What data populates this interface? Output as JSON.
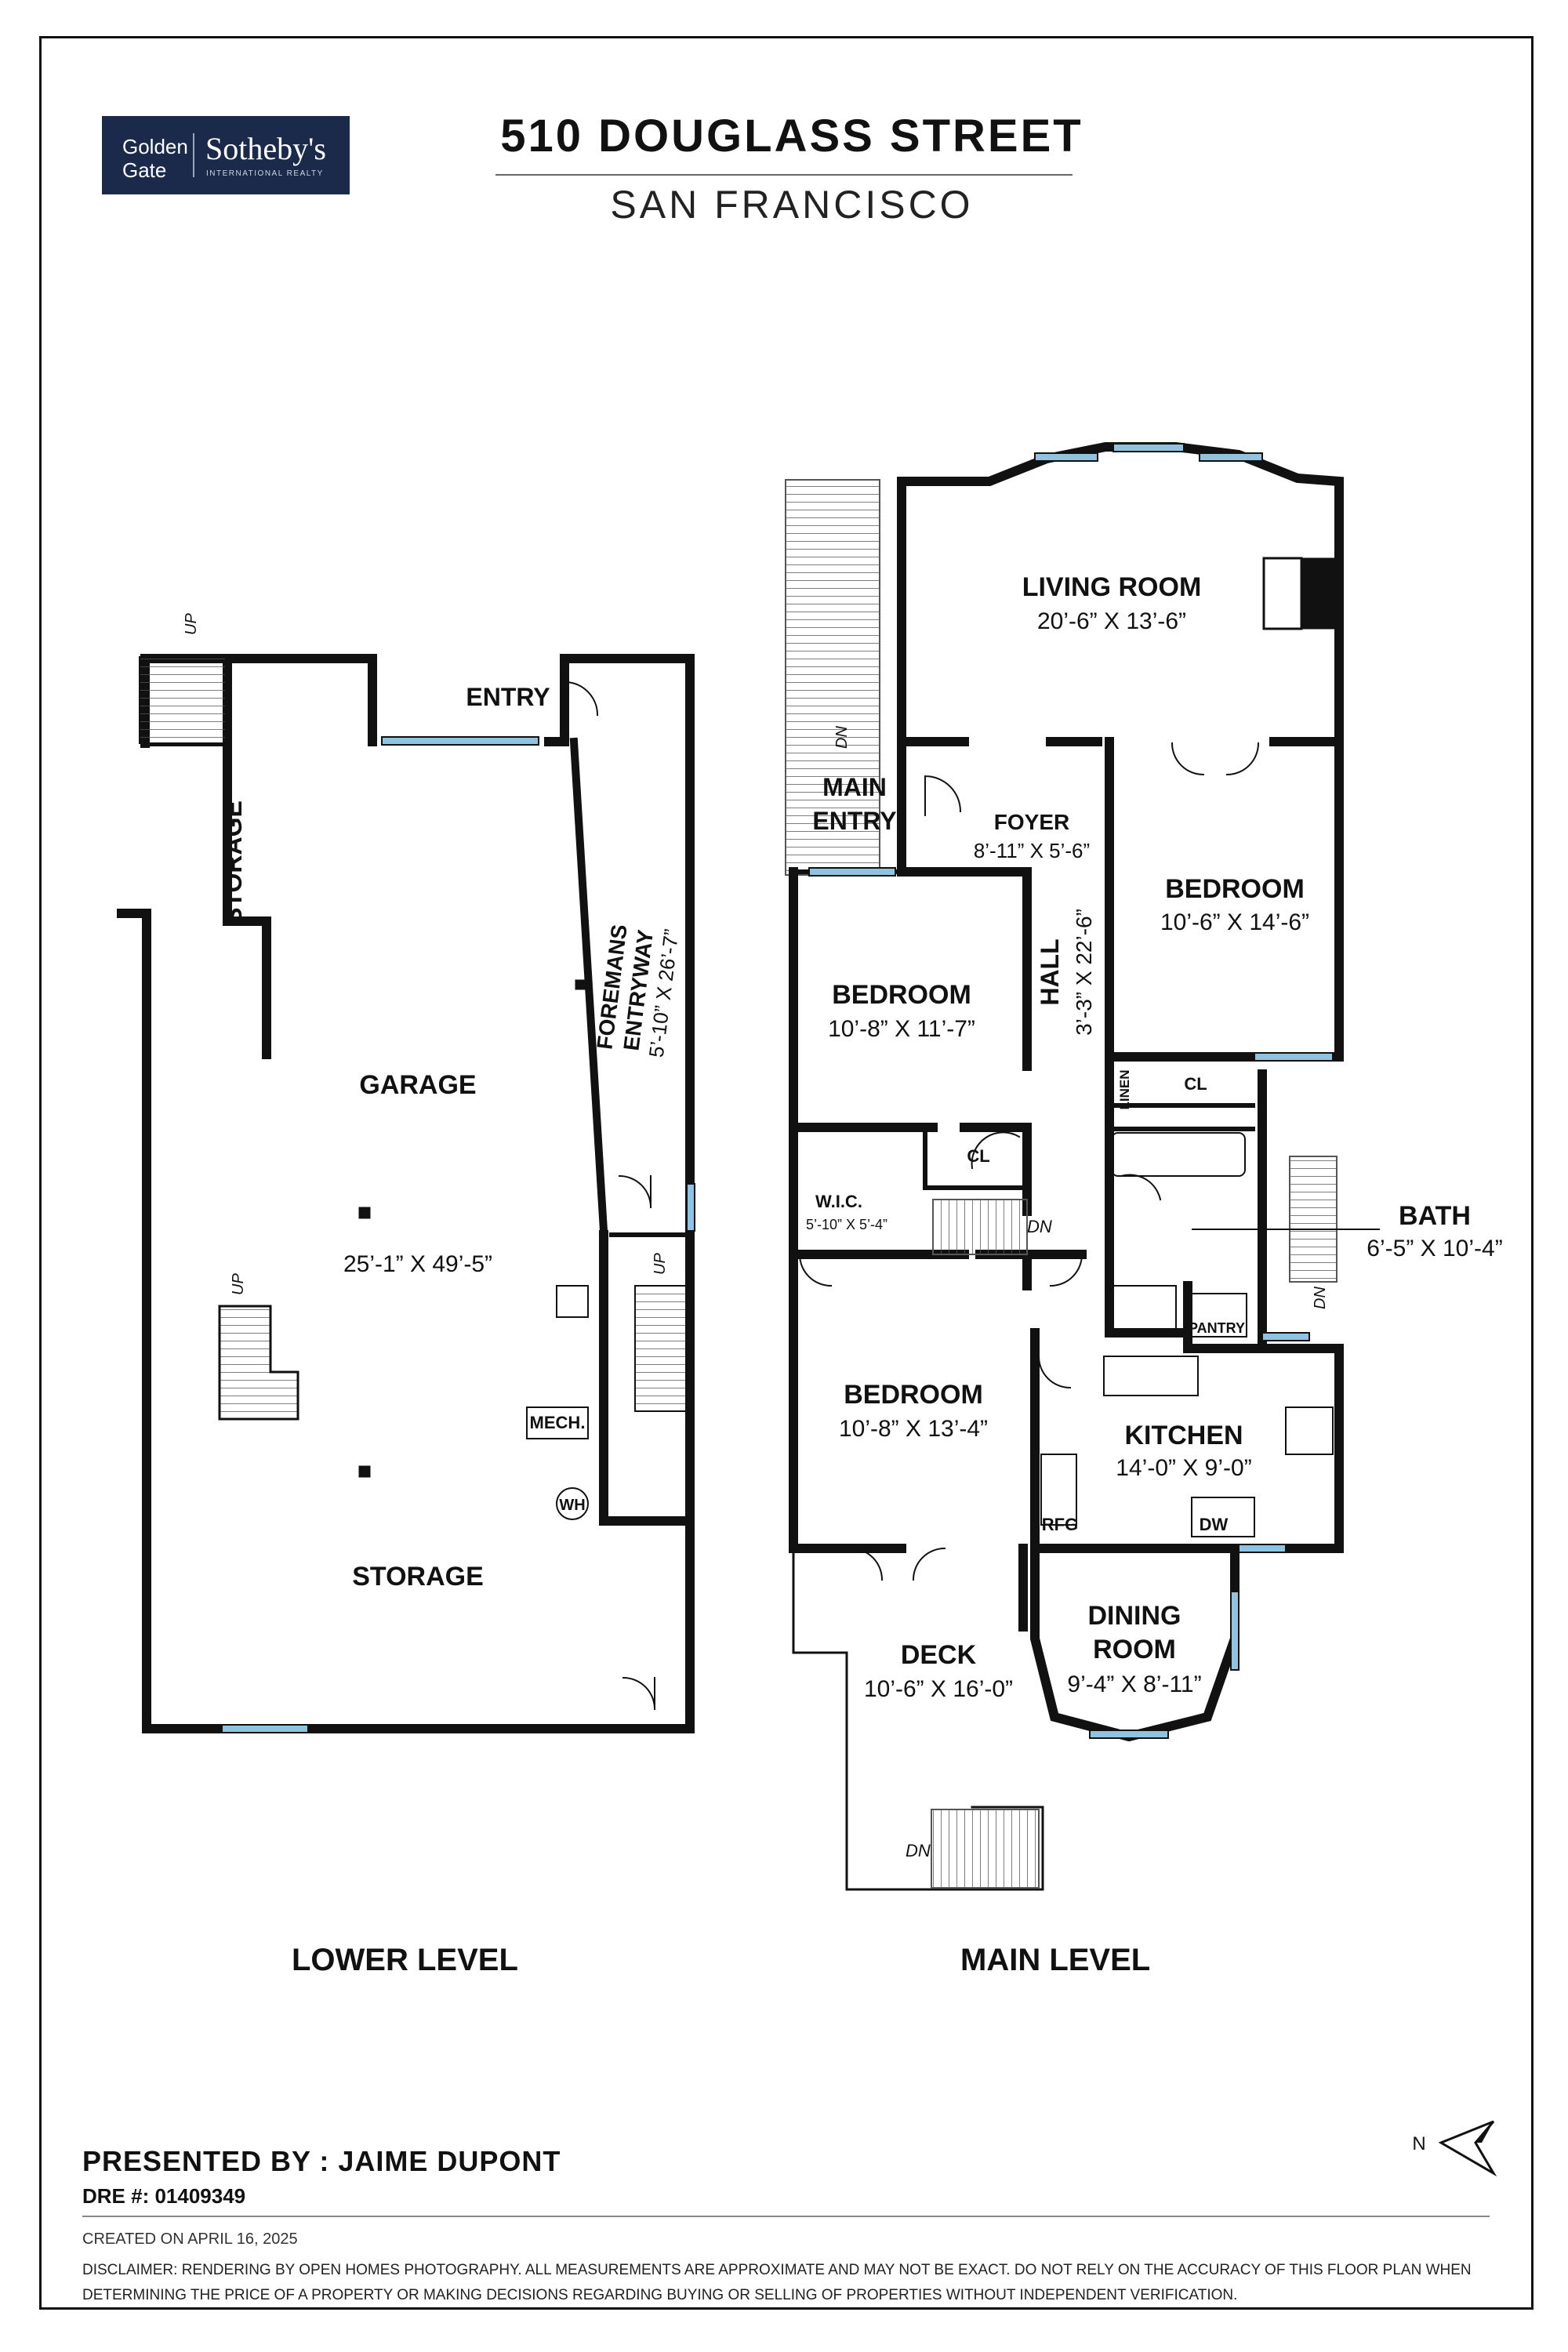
{
  "header": {
    "title": "510 DOUGLASS STREET",
    "subtitle": "SAN FRANCISCO",
    "logo": {
      "left_line1": "Golden",
      "left_line2": "Gate",
      "brand": "Sotheby's",
      "sub": "INTERNATIONAL REALTY",
      "color": "#1b2a4a"
    }
  },
  "lower_level": {
    "label": "LOWER LEVEL",
    "rooms": {
      "entry": "ENTRY",
      "storage_side": "STORAGE",
      "garage": "GARAGE",
      "garage_dims": "25’-1” X 49’-5”",
      "storage": "STORAGE",
      "foremans_line1": "FOREMANS",
      "foremans_line2": "ENTRYWAY",
      "foremans_dims": "5’-10” X 26’-7”",
      "mech": "MECH.",
      "wh": "WH"
    },
    "stair_labels": {
      "up_top": "UP",
      "up_inner": "UP",
      "up_right": "UP"
    }
  },
  "main_level": {
    "label": "MAIN LEVEL",
    "rooms": {
      "living": "LIVING ROOM",
      "living_dims": "20’-6” X 13’-6”",
      "fp": "FP",
      "main_entry_1": "MAIN",
      "main_entry_2": "ENTRY",
      "foyer": "FOYER",
      "foyer_dims": "8’-11” X 5’-6”",
      "bedroom_r": "BEDROOM",
      "bedroom_r_dims": "10’-6” X 14’-6”",
      "hall": "HALL",
      "hall_dims": "3’-3” X 22’-6”",
      "bedroom_m": "BEDROOM",
      "bedroom_m_dims": "10’-8” X 11’-7”",
      "linen": "LINEN",
      "cl_right": "CL",
      "cl_left": "CL",
      "wic": "W.I.C.",
      "wic_dims": "5’-10” X 5’-4”",
      "bath": "BATH",
      "bath_dims": "6’-5” X 10’-4”",
      "pantry": "PANTRY",
      "bedroom_l": "BEDROOM",
      "bedroom_l_dims": "10’-8” X 13’-4”",
      "kitchen": "KITCHEN",
      "kitchen_dims": "14’-0” X 9’-0”",
      "rfg": "RFG",
      "dw": "DW",
      "dining_1": "DINING",
      "dining_2": "ROOM",
      "dining_dims": "9’-4” X 8’-11”",
      "deck": "DECK",
      "deck_dims": "10’-6” X 16’-0”"
    },
    "stair_labels": {
      "dn_entry": "DN",
      "dn_wic": "DN",
      "dn_bath": "DN",
      "dn_deck": "DN"
    }
  },
  "compass": {
    "letter": "N"
  },
  "footer": {
    "presented": "PRESENTED BY : JAIME DUPONT",
    "dre": "DRE #: 01409349",
    "created": "CREATED ON APRIL 16, 2025",
    "disclaimer": "DISCLAIMER: RENDERING BY OPEN HOMES PHOTOGRAPHY. ALL MEASUREMENTS ARE APPROXIMATE AND MAY NOT BE EXACT. DO NOT RELY ON THE ACCURACY OF THIS FLOOR PLAN WHEN DETERMINING THE PRICE OF A PROPERTY OR MAKING DECISIONS REGARDING BUYING OR SELLING OF PROPERTIES WITHOUT INDEPENDENT VERIFICATION."
  },
  "colors": {
    "wall": "#111111",
    "window": "#8fc3e0",
    "stair": "#555555"
  }
}
